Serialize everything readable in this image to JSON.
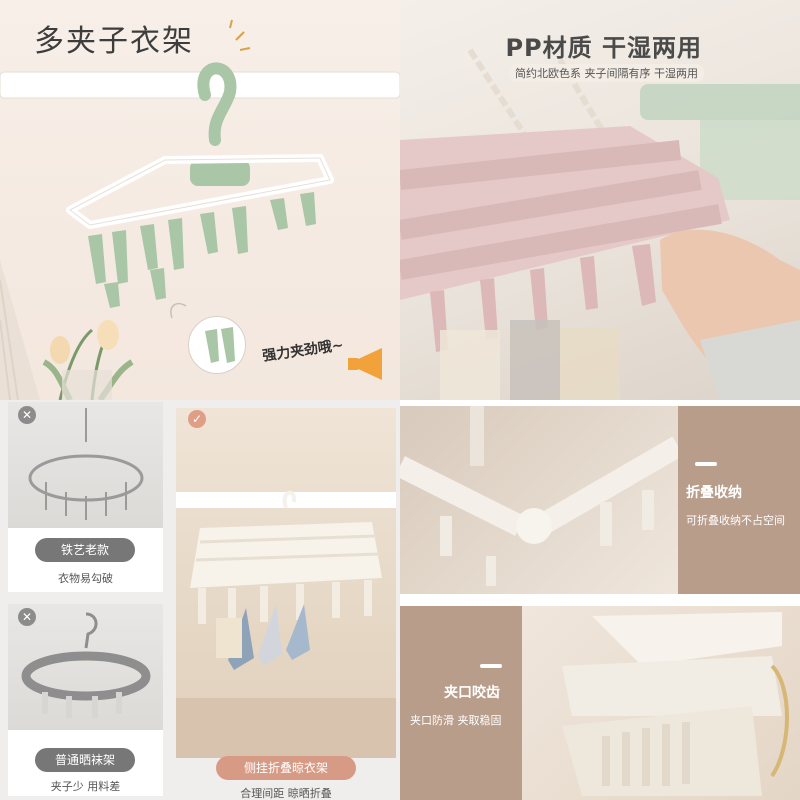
{
  "top_left": {
    "title": "多夹子衣架",
    "callout": "强力夹劲哦~"
  },
  "top_right": {
    "title": "PP材质 干湿两用",
    "subtitle": "简约北欧色系 夹子间隔有序 干湿两用"
  },
  "comparison": {
    "items": [
      {
        "badge": "✕",
        "label": "铁艺老款",
        "note": "衣物易勾破"
      },
      {
        "badge": "✕",
        "label": "普通晒袜架",
        "note": "夹子少 用料差"
      },
      {
        "badge": "✓",
        "label": "侧挂折叠晾衣架",
        "note": "合理间距 晾晒折叠"
      }
    ]
  },
  "features": [
    {
      "heading": "折叠收纳",
      "description": "可折叠收纳不占空间"
    },
    {
      "heading": "夹口咬齿",
      "description": "夹口防滑 夹取稳固"
    }
  ],
  "colors": {
    "mint": "#a9c6a6",
    "pink": "#dcb8b8",
    "cream": "#f2ece2",
    "accent": "#b99d8b"
  }
}
